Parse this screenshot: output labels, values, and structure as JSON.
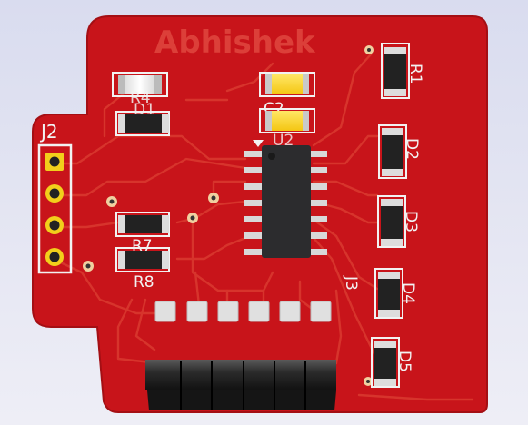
{
  "board": {
    "title": "Abhishek",
    "colors": {
      "soldermask": "#c8141a",
      "copper_trace": "#d6352f",
      "silkscreen": "#f2f2f2",
      "gold_pad": "#f2cf1b",
      "title_silk": "#e0473f"
    }
  },
  "references": {
    "j2": "J2",
    "j3": "J3",
    "r1": "R1",
    "r7": "R7",
    "r8": "R8",
    "r4": "R4",
    "d1": "D1",
    "c2": "C2",
    "u2": "U2",
    "d2": "D2",
    "d3": "D3",
    "d4": "D4",
    "d5": "D5"
  }
}
